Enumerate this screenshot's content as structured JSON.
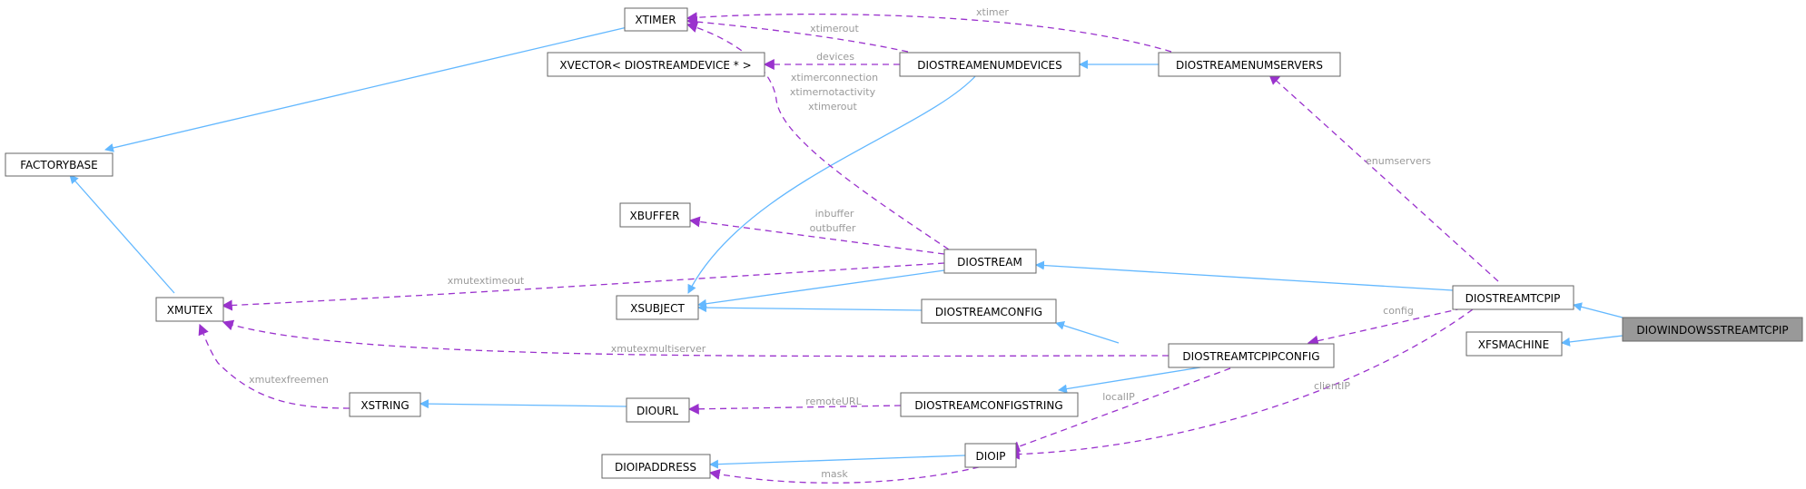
{
  "nodes": {
    "xtimer": "XTIMER",
    "xvector": "XVECTOR< DIOSTREAMDEVICE * >",
    "enumdevices": "DIOSTREAMENUMDEVICES",
    "enumservers": "DIOSTREAMENUMSERVERS",
    "factorybase": "FACTORYBASE",
    "xbuffer": "XBUFFER",
    "diostream": "DIOSTREAM",
    "xmutex": "XMUTEX",
    "xsubject": "XSUBJECT",
    "streamconfig": "DIOSTREAMCONFIG",
    "streamtcpip": "DIOSTREAMTCPIP",
    "windowstcpip": "DIOWINDOWSSTREAMTCPIP",
    "xfsmachine": "XFSMACHINE",
    "tcpipconfig": "DIOSTREAMTCPIPCONFIG",
    "xstring": "XSTRING",
    "diourl": "DIOURL",
    "configstring": "DIOSTREAMCONFIGSTRING",
    "dioip": "DIOIP",
    "dioipaddress": "DIOIPADDRESS"
  },
  "edge_labels": {
    "xtimer_servers": "xtimer",
    "xtimerout_devices": "xtimerout",
    "devices": "devices",
    "xtimerconnection": "xtimerconnection",
    "xtimernotactivity": "xtimernotactivity",
    "xtimerout_stream": "xtimerout",
    "enumservers": "enumservers",
    "inbuffer": "inbuffer",
    "outbuffer": "outbuffer",
    "xmutextimeout": "xmutextimeout",
    "config": "config",
    "xmutexmultiserver": "xmutexmultiserver",
    "xmutexfreemen": "xmutexfreemen",
    "remoteURL": "remoteURL",
    "localIP": "localIP",
    "clientIP": "clientIP",
    "mask": "mask"
  },
  "colors": {
    "inheritance": "#63b8ff",
    "usage": "#9a32cd",
    "node_border": "#666666",
    "focus_node_fill": "#999999",
    "edge_label_text": "#9a9a9a"
  }
}
